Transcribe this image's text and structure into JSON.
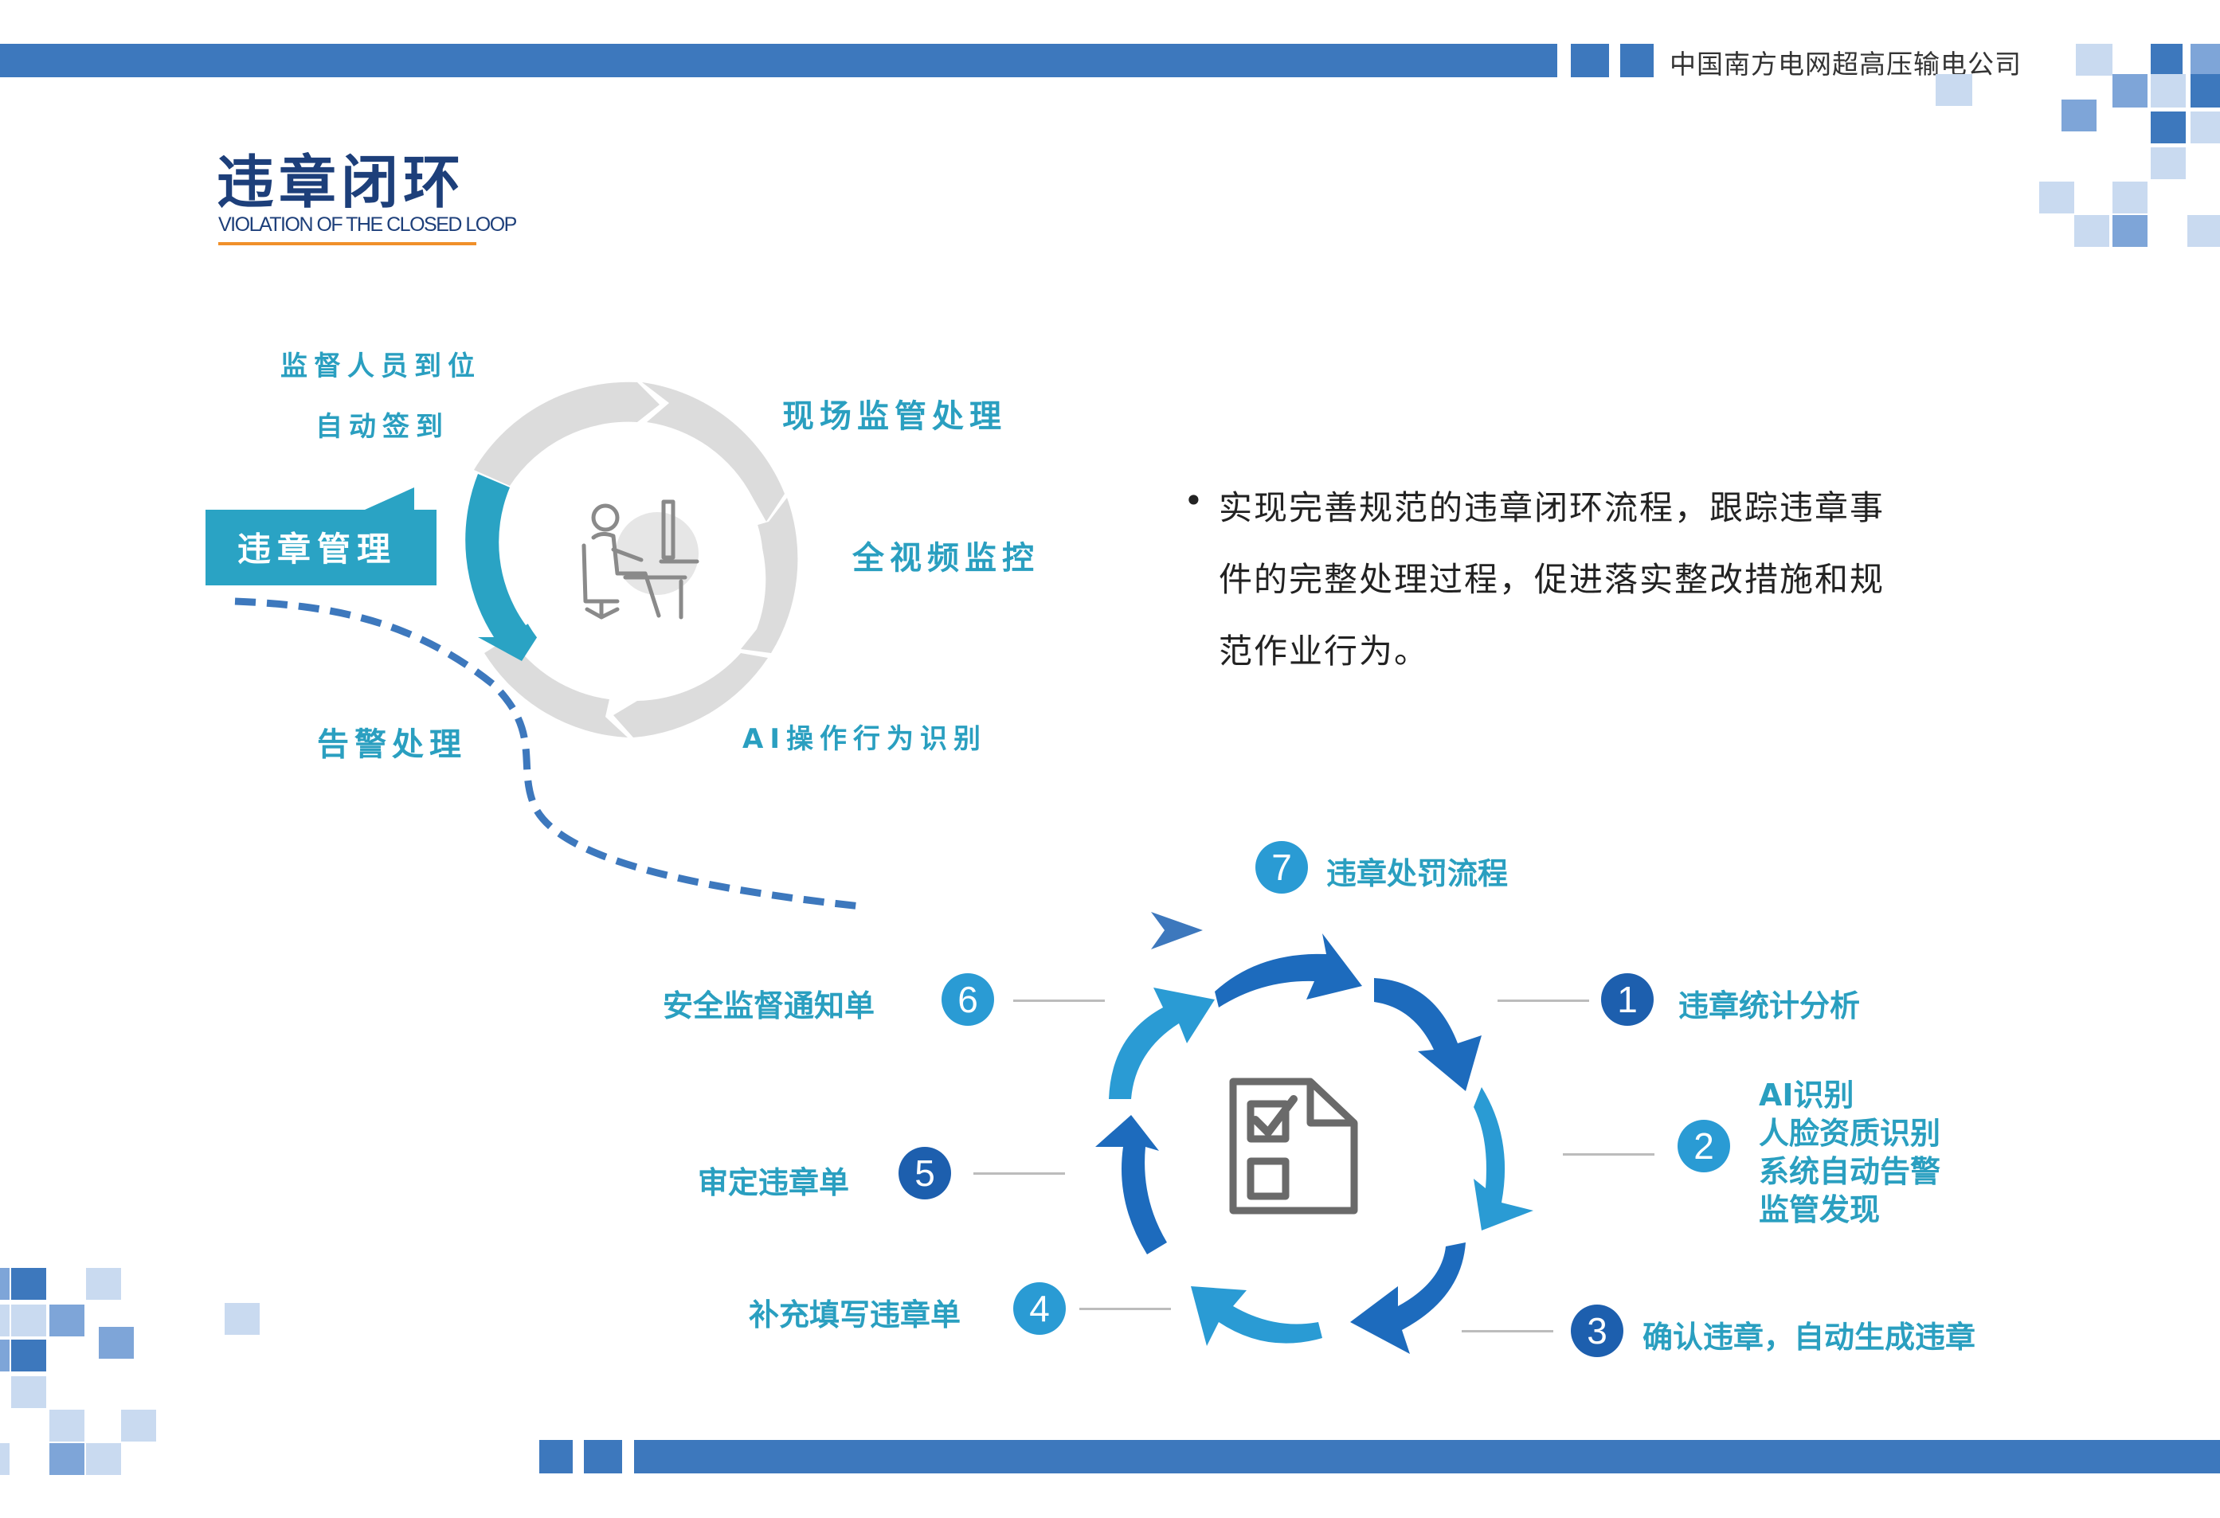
{
  "header": {
    "company": "中国南方电网超高压输电公司"
  },
  "title": {
    "main": "违章闭环",
    "subtitle": "VIOLATION OF THE CLOSED LOOP"
  },
  "colors": {
    "primary_blue": "#3d78bd",
    "teal": "#2a9fc0",
    "dark_blue": "#1d3f7a",
    "accent_orange": "#f0902a",
    "ring_gray": "#dcdcdc"
  },
  "top_cycle": {
    "center_icon": "person-at-computer-icon",
    "management_label": "违章管理",
    "labels": {
      "supervisor_arrival": "监督人员到位",
      "auto_checkin": "自动签到",
      "onsite_handling": "现场监管处理",
      "full_video": "全视频监控",
      "ai_recognition": "AI操作行为识别",
      "alarm_handling": "告警处理"
    }
  },
  "description": {
    "bullet": "•",
    "lines": [
      "实现完善规范的违章闭环流程，跟踪违章事",
      "件的完整处理过程，促进落实整改措施和规",
      "范作业行为。"
    ]
  },
  "bottom_cycle": {
    "center_icon": "checklist-document-icon",
    "steps": [
      {
        "num": "1",
        "label": "违章统计分析"
      },
      {
        "num": "2",
        "lines": [
          "AI识别",
          "人脸资质识别",
          "系统自动告警",
          "监管发现"
        ]
      },
      {
        "num": "3",
        "label": "确认违章，自动生成违章"
      },
      {
        "num": "4",
        "label": "补充填写违章单"
      },
      {
        "num": "5",
        "label": "审定违章单"
      },
      {
        "num": "6",
        "label": "安全监督通知单"
      },
      {
        "num": "7",
        "label": "违章处罚流程"
      }
    ]
  }
}
